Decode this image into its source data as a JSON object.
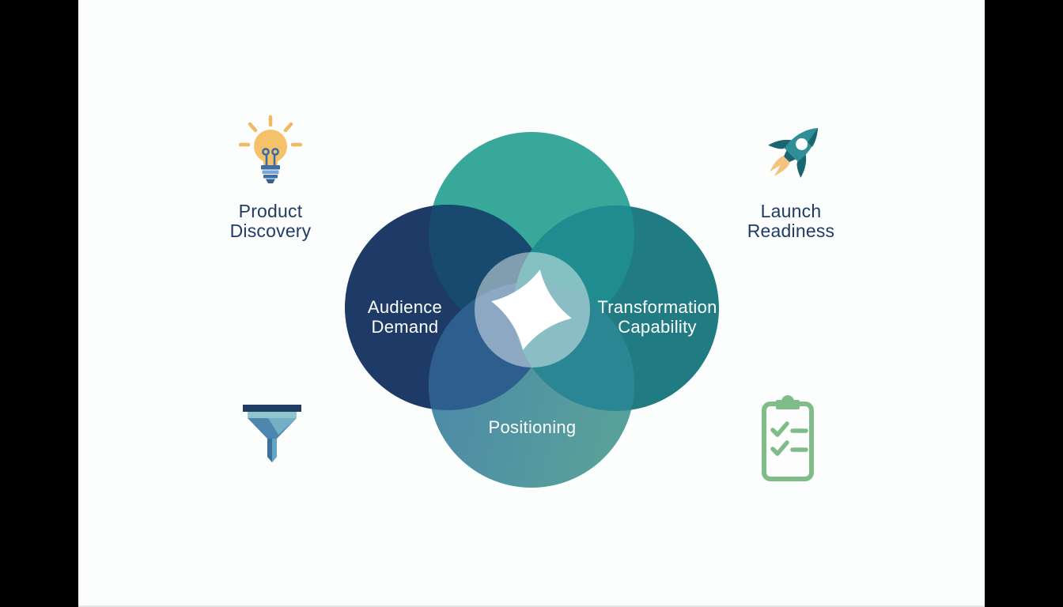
{
  "layout": {
    "frame_bg": "#000000",
    "panel_bg": "#fcfdfd"
  },
  "venn": {
    "top_circle": {
      "color": "#38a89a",
      "label": ""
    },
    "left_circle": {
      "color": "#1d3b66",
      "label_line1": "Audience",
      "label_line2": "Demand"
    },
    "right_circle": {
      "color": "#207c82",
      "label_line1": "Transformation",
      "label_line2": "Capability"
    },
    "bottom_circle": {
      "gradient_from": "#4a87ab",
      "gradient_to": "#58a09a",
      "label": "Positioning"
    },
    "overlap_colors": {
      "top_left": "#174a6e",
      "top_right": "#1f8d90",
      "bottom_left": "#2e5e8e",
      "bottom_right": "#2a8692"
    },
    "center": {
      "halo_color": "#ffffff",
      "halo_opacity": "0.46",
      "star_color": "#ffffff"
    }
  },
  "corners": {
    "top_left": {
      "icon": "lightbulb-icon",
      "label_line1": "Product",
      "label_line2": "Discovery"
    },
    "top_right": {
      "icon": "rocket-icon",
      "label_line1": "Launch",
      "label_line2": "Readiness"
    },
    "bottom_left": {
      "icon": "funnel-icon"
    },
    "bottom_right": {
      "icon": "clipboard-checklist-icon"
    }
  },
  "icon_colors": {
    "lightbulb": {
      "bulb": "#f5c169",
      "rays": "#f0ba60",
      "base_dark": "#3d6da6",
      "base_light": "#7aa6d2",
      "tip": "#35608f",
      "filament": "#3d6da6"
    },
    "rocket": {
      "body": "#2e9096",
      "dark": "#1b6570",
      "window": "#ffffff",
      "flame": "#f4c27c"
    },
    "funnel": {
      "bar": "#1e3c64",
      "band": "#8fc6ce",
      "body": "#4d87ae",
      "body_light": "#74afc6",
      "stem_dark": "#3c6f9b",
      "stem_light": "#62a7c2"
    },
    "clipboard": {
      "green": "#7fbd88",
      "paper": "#fdfdfd"
    }
  },
  "text_colors": {
    "venn_labels": "#ffffff",
    "corner_labels": "#1f3c64"
  }
}
